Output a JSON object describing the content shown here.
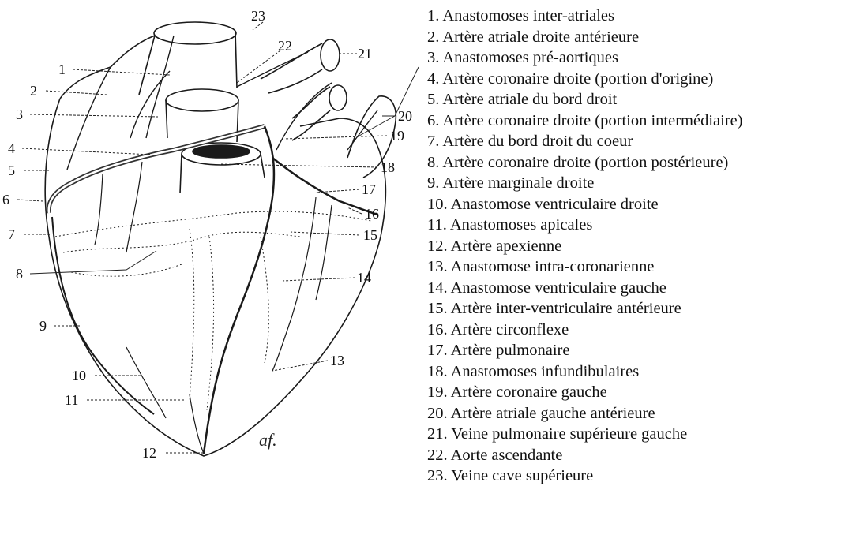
{
  "labels": [
    {
      "n": "1",
      "text": "1. Anastomoses inter-atriales"
    },
    {
      "n": "2",
      "text": "2. Artère atriale droite antérieure"
    },
    {
      "n": "3",
      "text": "3. Anastomoses pré-aortiques"
    },
    {
      "n": "4",
      "text": "4. Artère coronaire droite (portion d'origine)"
    },
    {
      "n": "5",
      "text": "5. Artère atriale du bord droit"
    },
    {
      "n": "6",
      "text": "6. Artère coronaire droite (portion intermédiaire)"
    },
    {
      "n": "7",
      "text": "7. Artère du bord droit du coeur"
    },
    {
      "n": "8",
      "text": "8. Artère coronaire droite (portion postérieure)"
    },
    {
      "n": "9",
      "text": "9. Artère marginale droite"
    },
    {
      "n": "10",
      "text": "10. Anastomose ventriculaire droite"
    },
    {
      "n": "11",
      "text": "11. Anastomoses apicales"
    },
    {
      "n": "12",
      "text": "12. Artère apexienne"
    },
    {
      "n": "13",
      "text": "13. Anastomose intra-coronarienne"
    },
    {
      "n": "14",
      "text": "14. Anastomose ventriculaire gauche"
    },
    {
      "n": "15",
      "text": "15. Artère inter-ventriculaire antérieure"
    },
    {
      "n": "16",
      "text": "16. Artère circonflexe"
    },
    {
      "n": "17",
      "text": "17. Artère pulmonaire"
    },
    {
      "n": "18",
      "text": "18. Anastomoses infundibulaires"
    },
    {
      "n": "19",
      "text": "19. Artère coronaire gauche"
    },
    {
      "n": "20",
      "text": "20. Artère atriale gauche antérieure"
    },
    {
      "n": "21",
      "text": "21. Veine pulmonaire supérieure gauche"
    },
    {
      "n": "22",
      "text": "22. Aorte ascendante"
    },
    {
      "n": "23",
      "text": "23. Veine cave supérieure"
    }
  ],
  "signature": "af."
}
